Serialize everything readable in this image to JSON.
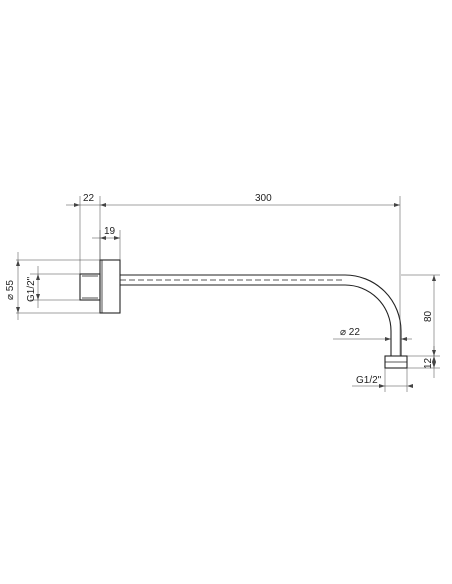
{
  "drawing": {
    "dimensions": {
      "wall_plate_thickness": "22",
      "arm_length": "300",
      "thread_length": "19",
      "plate_diameter": "⌀ 55",
      "inlet_thread": "G1/2\"",
      "arm_diameter": "⌀ 22",
      "drop_height": "80",
      "outlet_height": "12",
      "outlet_thread": "G1/2\""
    }
  }
}
